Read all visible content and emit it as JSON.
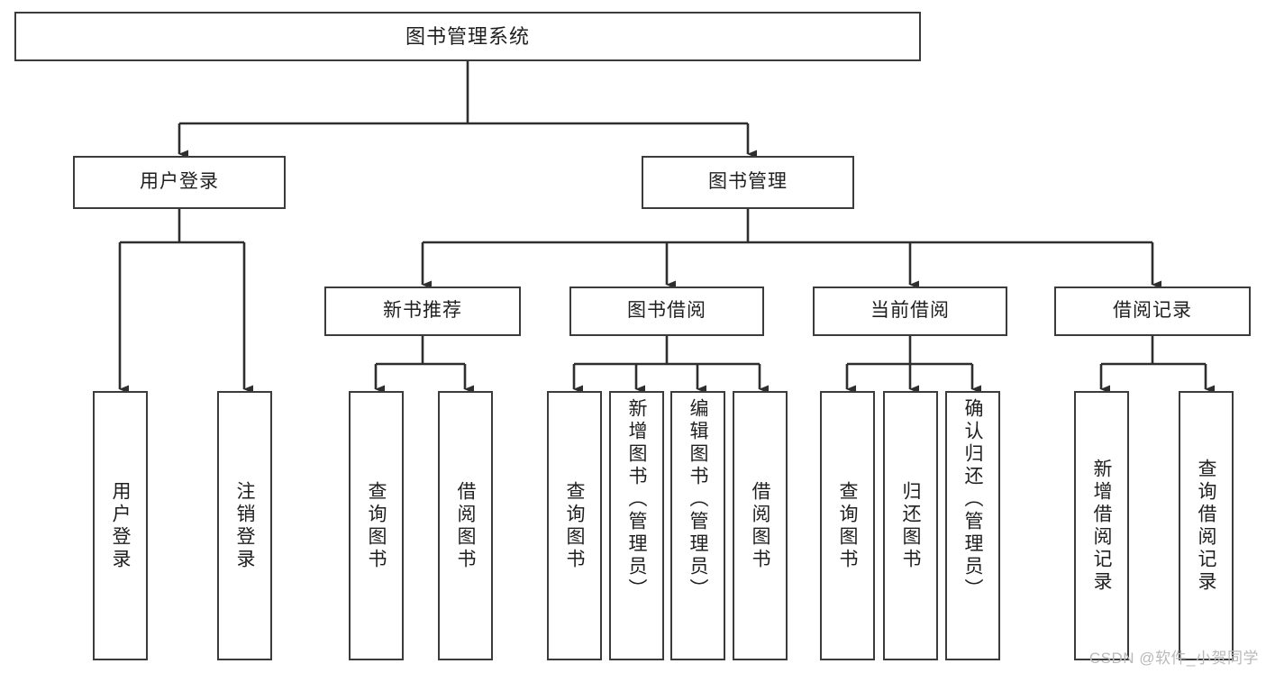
{
  "diagram": {
    "title": "图书管理系统",
    "type": "hierarchy-tree",
    "colors": {
      "box_border": "#3b3b3b",
      "box_fill": "#ffffff",
      "edge": "#2e2e2e",
      "text": "#1f1f1f",
      "watermark": "#b9b9b9"
    },
    "watermark": "CSDN @软件_小贺同学"
  },
  "nodes": {
    "root": {
      "label": "图书管理系统",
      "level": 1
    },
    "level2": [
      {
        "id": "user-login",
        "label": "用户登录"
      },
      {
        "id": "book-manage",
        "label": "图书管理"
      }
    ],
    "level3": [
      {
        "id": "new-book-recommend",
        "label": "新书推荐",
        "parent": "book-manage"
      },
      {
        "id": "book-borrow",
        "label": "图书借阅",
        "parent": "book-manage"
      },
      {
        "id": "current-borrow",
        "label": "当前借阅",
        "parent": "book-manage"
      },
      {
        "id": "borrow-record",
        "label": "借阅记录",
        "parent": "book-manage"
      }
    ],
    "leaves": [
      {
        "id": "leaf-user-login",
        "label": "用户登录",
        "parent": "user-login"
      },
      {
        "id": "leaf-logout-login",
        "label": "注销登录",
        "parent": "user-login"
      },
      {
        "id": "leaf-query-book-1",
        "label": "查询图书",
        "parent": "new-book-recommend"
      },
      {
        "id": "leaf-borrow-book-1",
        "label": "借阅图书",
        "parent": "new-book-recommend"
      },
      {
        "id": "leaf-query-book-2",
        "label": "查询图书",
        "parent": "book-borrow"
      },
      {
        "id": "leaf-add-book",
        "label": "新增图书（管理员）",
        "parent": "book-borrow"
      },
      {
        "id": "leaf-edit-book",
        "label": "编辑图书（管理员）",
        "parent": "book-borrow"
      },
      {
        "id": "leaf-borrow-book-2",
        "label": "借阅图书",
        "parent": "book-borrow"
      },
      {
        "id": "leaf-query-book-3",
        "label": "查询图书",
        "parent": "current-borrow"
      },
      {
        "id": "leaf-return-book",
        "label": "归还图书",
        "parent": "current-borrow"
      },
      {
        "id": "leaf-confirm-return",
        "label": "确认归还（管理员）",
        "parent": "current-borrow"
      },
      {
        "id": "leaf-add-record",
        "label": "新增借阅记录",
        "parent": "borrow-record"
      },
      {
        "id": "leaf-query-record",
        "label": "查询借阅记录",
        "parent": "borrow-record"
      }
    ]
  }
}
